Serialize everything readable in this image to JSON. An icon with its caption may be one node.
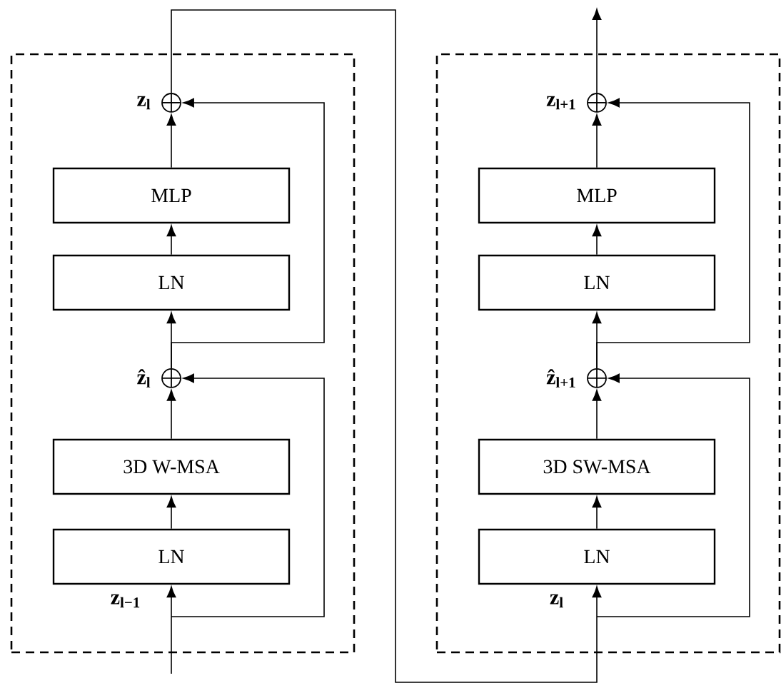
{
  "diagram": {
    "nodes": [
      {
        "text": [],
        "shape": "box"
      },
      {
        "text": [],
        "shape": "box"
      },
      {
        "text": [],
        "shape": "circle",
        "in": 0,
        "beside": [
          "z$_{l}$"
        ]
      },
      {
        "text": [
          "MLP"
        ],
        "in": 0
      },
      {
        "text": [
          "LN"
        ],
        "in": 0
      },
      {
        "text": [],
        "shape": "circle",
        "in": 0,
        "beside": [
          "ẑ$_{l}$"
        ]
      },
      {
        "text": [
          "3D W-MSA"
        ],
        "in": 0
      },
      {
        "text": [
          "LN"
        ],
        "in": 0
      },
      {
        "text": [],
        "shape": "circle",
        "in": 1,
        "beside": [
          "z$_{l+1}$"
        ]
      },
      {
        "text": [
          "MLP"
        ],
        "in": 1
      },
      {
        "text": [
          "LN"
        ],
        "in": 1
      },
      {
        "text": [],
        "shape": "circle",
        "in": 1,
        "beside": [
          "ẑ$_{l+1}$"
        ]
      },
      {
        "text": [
          "3D SW-MSA"
        ],
        "in": 1
      },
      {
        "text": [
          "LN"
        ],
        "in": 1
      }
    ],
    "edges": [
      {
        "from": null,
        "to": 7,
        "arrow": "to",
        "label": "z$_{l−1}$"
      },
      {
        "from": 7,
        "to": 6,
        "arrow": "to"
      },
      {
        "from": 6,
        "to": 5,
        "arrow": "to"
      },
      {
        "from": null,
        "to": 5,
        "arrow": "to"
      },
      {
        "from": 5,
        "to": 4,
        "arrow": "to"
      },
      {
        "from": 4,
        "to": 3,
        "arrow": "to"
      },
      {
        "from": 3,
        "to": 2,
        "arrow": "to"
      },
      {
        "from": 5,
        "to": 2,
        "arrow": "to"
      },
      {
        "from": 2,
        "to": 13,
        "arrow": "to",
        "label": "z$_{l}$"
      },
      {
        "from": 13,
        "to": 12,
        "arrow": "to"
      },
      {
        "from": 12,
        "to": 11,
        "arrow": "to"
      },
      {
        "from": 2,
        "to": 11,
        "arrow": "to"
      },
      {
        "from": 11,
        "to": 10,
        "arrow": "to"
      },
      {
        "from": 10,
        "to": 9,
        "arrow": "to"
      },
      {
        "from": 9,
        "to": 8,
        "arrow": "to"
      },
      {
        "from": 11,
        "to": 8,
        "arrow": "to"
      },
      {
        "from": 8,
        "to": null,
        "arrow": "to"
      }
    ]
  }
}
